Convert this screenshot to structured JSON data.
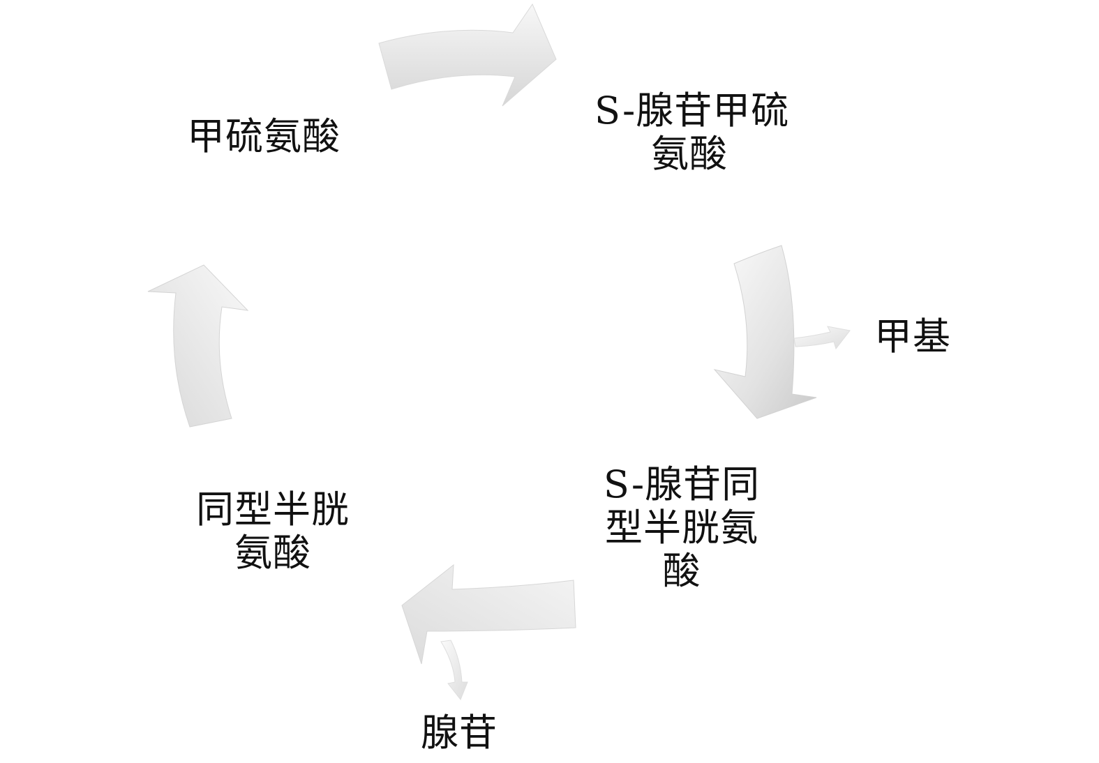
{
  "diagram": {
    "nodes": {
      "methionine": {
        "lines": [
          "甲硫氨酸"
        ]
      },
      "sam": {
        "lines": [
          "S-腺苷甲硫",
          "氨酸"
        ]
      },
      "sah": {
        "lines": [
          "S-腺苷同",
          "型半胱氨",
          "酸"
        ]
      },
      "homocysteine": {
        "lines": [
          "同型半胱",
          "氨酸"
        ]
      }
    },
    "side_products": {
      "methyl": {
        "label": "甲基"
      },
      "adenosine": {
        "label": "腺苷"
      }
    },
    "colors": {
      "arrow_light": "#fafafa",
      "arrow_mid": "#e6e6e6",
      "arrow_dark": "#cfcfcf",
      "text": "#111111"
    }
  }
}
